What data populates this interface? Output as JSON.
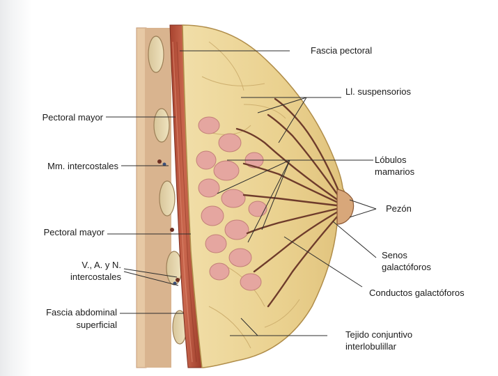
{
  "figure": {
    "left_labels": {
      "pectoral_mayor_upper": "Pectoral mayor",
      "mm_intercostales": "Mm. intercostales",
      "pectoral_mayor_lower": "Pectoral mayor",
      "vasos_intercostales_1": "V., A. y N.",
      "vasos_intercostales_2": "intercostales",
      "fascia_abdominal_1": "Fascia abdominal",
      "fascia_abdominal_2": "superficial"
    },
    "right_labels": {
      "fascia_pectoral": "Fascia pectoral",
      "ll_suspensorios": "Ll. suspensorios",
      "lobulos_1": "Lóbulos",
      "lobulos_2": "mamarios",
      "pezon": "Pezón",
      "senos_1": "Senos",
      "senos_2": "galactóforos",
      "conductos": "Conductos galactóforos",
      "tejido_1": "Tejido conjuntivo",
      "tejido_2": "interlobulillar"
    },
    "colors": {
      "muscle": "#b8533d",
      "fat": "#e9d49a",
      "lobule": "#e5a6a0",
      "duct": "#6e3b2b",
      "leader_line": "#2d2d2d"
    }
  }
}
